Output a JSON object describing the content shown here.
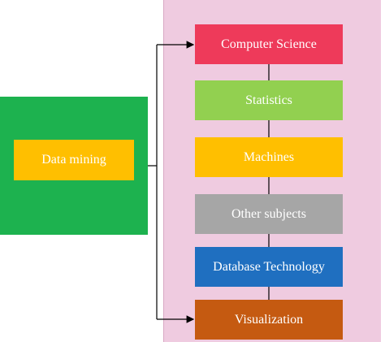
{
  "source": {
    "label": "Data mining",
    "color": "#ffbf00"
  },
  "topics": [
    {
      "label": "Computer Science",
      "color": "#ee3a5a"
    },
    {
      "label": "Statistics",
      "color": "#92d050"
    },
    {
      "label": "Machines",
      "color": "#ffbf00"
    },
    {
      "label": "Other subjects",
      "color": "#a6a6a6"
    },
    {
      "label": "Database Technology",
      "color": "#1f6fc0"
    },
    {
      "label": "Visualization",
      "color": "#c55a11"
    }
  ],
  "colors": {
    "left_panel": "#1db24f",
    "right_panel": "#efcbe0",
    "connector": "#000000"
  }
}
